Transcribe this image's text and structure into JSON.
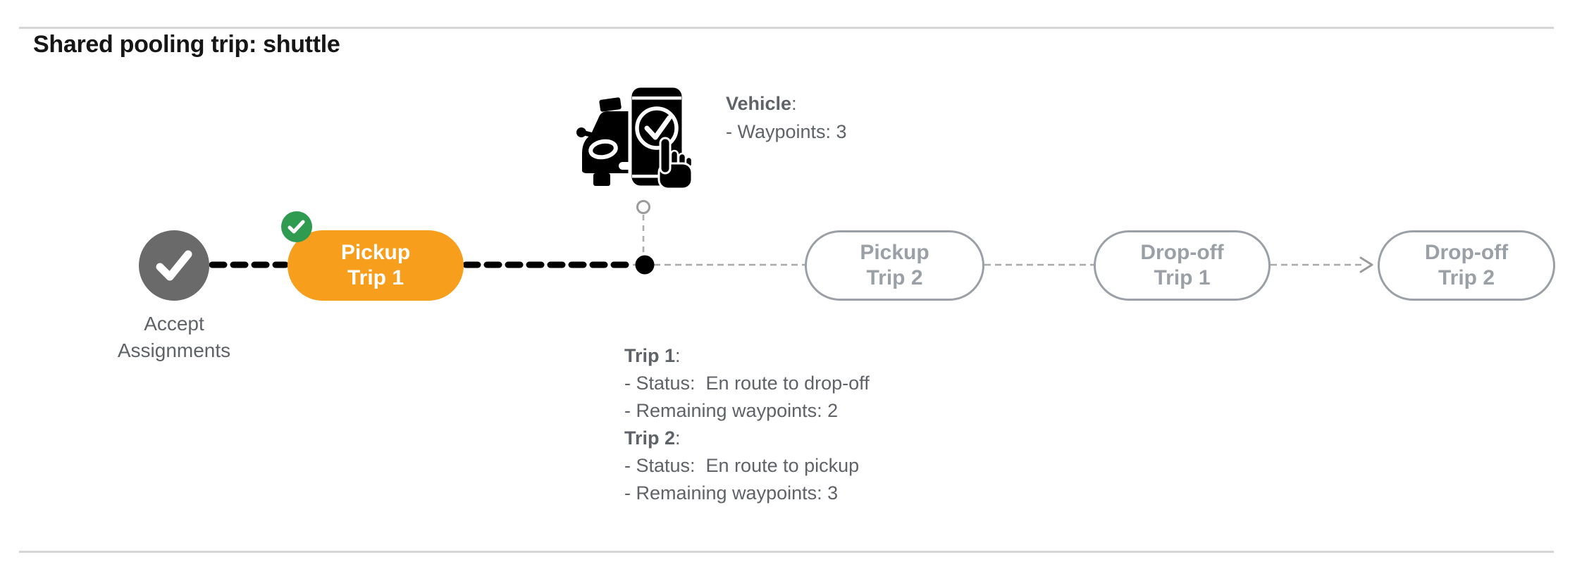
{
  "title": "Shared pooling trip: shuttle",
  "colors": {
    "accent_orange": "#F79E1C",
    "badge_green": "#2E9B51",
    "completed_gray": "#6A6A6A",
    "pending_gray": "#9AA0A6",
    "text_gray": "#5F6368",
    "line_black": "#000000",
    "line_gray": "#A9A9A9"
  },
  "icons": {
    "vehicle": "vehicle-phone-check-icon",
    "accept_node": "check-icon",
    "completed_badge": "check-badge-icon"
  },
  "nodes": {
    "accept_assignments": {
      "label_line1": "Accept",
      "label_line2": "Assignments",
      "state": "completed"
    },
    "pickup_trip_1": {
      "line1": "Pickup",
      "line2": "Trip 1",
      "state": "active"
    },
    "pickup_trip_2": {
      "line1": "Pickup",
      "line2": "Trip 2",
      "state": "pending"
    },
    "dropoff_trip_1": {
      "line1": "Drop-off",
      "line2": "Trip 1",
      "state": "pending"
    },
    "dropoff_trip_2": {
      "line1": "Drop-off",
      "line2": "Trip 2",
      "state": "pending"
    }
  },
  "vehicle_info": {
    "heading": "Vehicle",
    "colon": ":",
    "waypoints": "- Waypoints: 3"
  },
  "trip_status": {
    "trip1": {
      "heading": "Trip 1",
      "colon": ":",
      "status": "- Status:  En route to drop-off",
      "waypoints": "- Remaining waypoints: 2"
    },
    "trip2": {
      "heading": "Trip 2",
      "colon": ":",
      "status": "- Status:  En route to pickup",
      "waypoints": "- Remaining waypoints: 3"
    }
  }
}
